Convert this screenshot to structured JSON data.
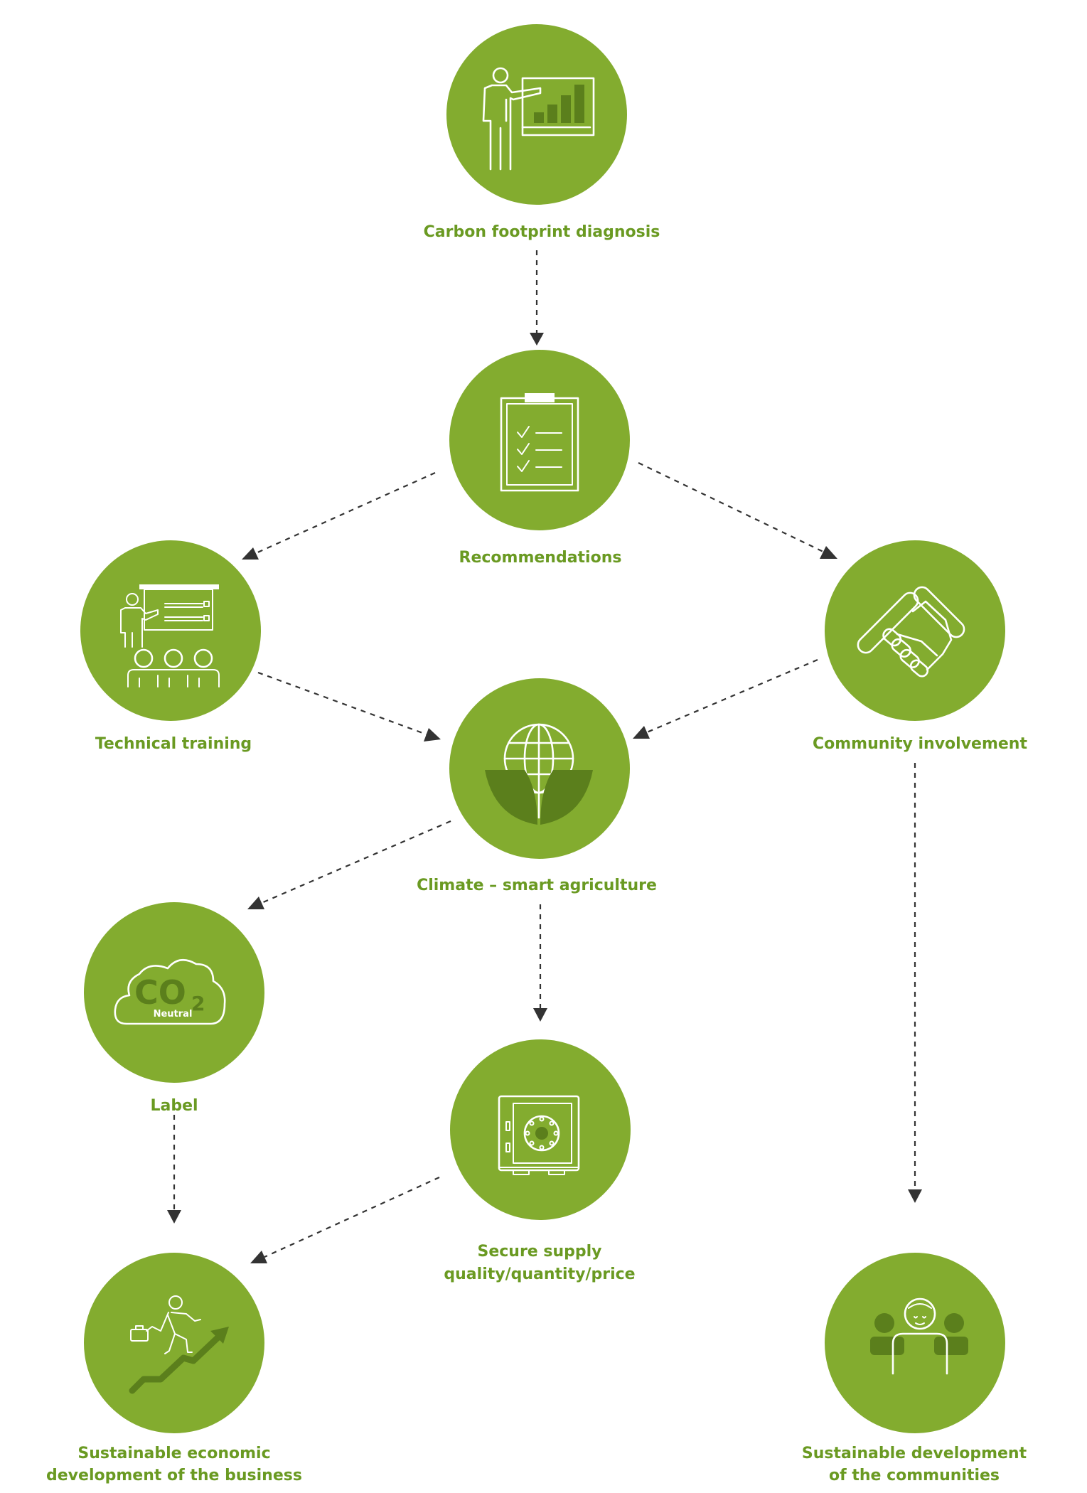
{
  "colors": {
    "circle": "#83ac2f",
    "label": "#6a9a22",
    "icon_dark": "#5b7f1c",
    "arrow": "#333333"
  },
  "nodes": {
    "carbon_footprint": {
      "label": "Carbon footprint diagnosis",
      "icon": "presentation-chart-icon"
    },
    "recommendations": {
      "label": "Recommendations",
      "icon": "clipboard-checklist-icon"
    },
    "technical_training": {
      "label": "Technical training",
      "icon": "classroom-training-icon"
    },
    "community_involvement": {
      "label": "Community involvement",
      "icon": "handshake-icon"
    },
    "climate_smart": {
      "label": "Climate – smart agriculture",
      "icon": "globe-leaves-icon"
    },
    "label": {
      "label": "Label",
      "icon": "co2-neutral-cloud-icon",
      "icon_text_main": "CO",
      "icon_text_sub": "2",
      "icon_text_small": "Neutral"
    },
    "secure_supply": {
      "label_line1": "Secure supply",
      "label_line2": "quality/quantity/price",
      "icon": "safe-icon"
    },
    "sustainable_business": {
      "label_line1": "Sustainable economic",
      "label_line2": "development of the business",
      "icon": "climbing-growth-icon"
    },
    "sustainable_communities": {
      "label_line1": "Sustainable development",
      "label_line2": "of the communities",
      "icon": "community-people-icon"
    }
  }
}
